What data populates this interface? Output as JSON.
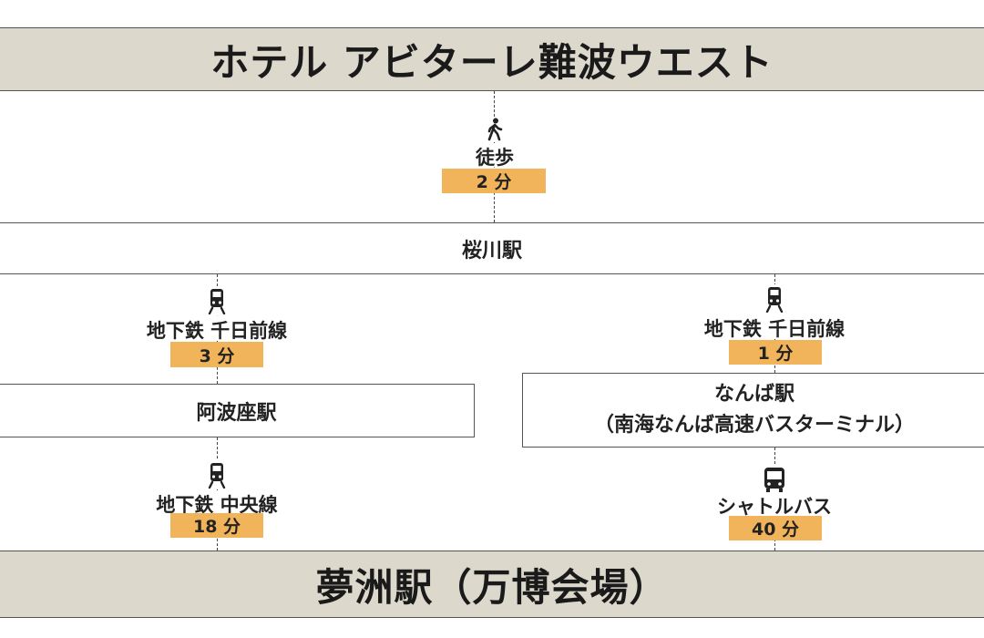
{
  "top_banner": "ホテル アビターレ難波ウエスト",
  "bottom_banner": "夢洲駅（万博会場）",
  "stations": {
    "sakuragawa": "桜川駅",
    "awaza": "阿波座駅",
    "namba_line1": "なんば駅",
    "namba_line2": "（南海なんば高速バスターミナル）"
  },
  "routes": {
    "walk": {
      "icon": "walking-person-icon",
      "label": "徒歩",
      "time": "2 分"
    },
    "sennichimae_left": {
      "icon": "train-icon",
      "label": "地下鉄 千日前線",
      "time": "3 分"
    },
    "sennichimae_right": {
      "icon": "train-icon",
      "label": "地下鉄 千日前線",
      "time": "1 分"
    },
    "chuo": {
      "icon": "train-icon",
      "label": "地下鉄  中央線",
      "time": "18 分"
    },
    "shuttle": {
      "icon": "bus-icon",
      "label": "シャトルバス",
      "time": "40 分"
    }
  },
  "colors": {
    "banner": "#ddd8cc",
    "time_box": "#f2b45b",
    "border": "#555555"
  }
}
